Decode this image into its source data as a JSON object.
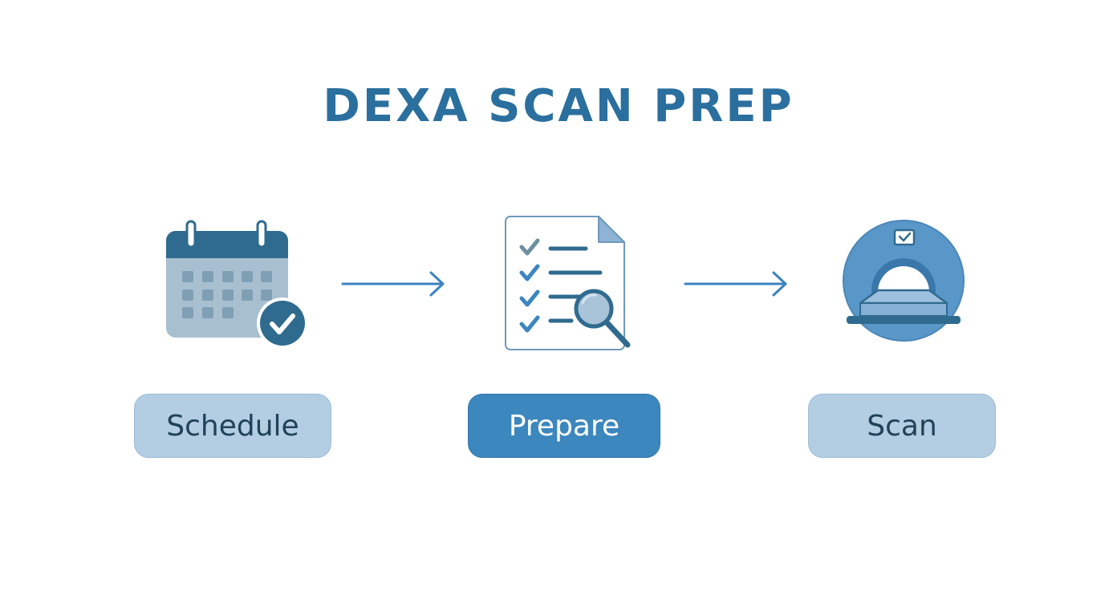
{
  "title": "DEXA SCAN PREP",
  "steps": [
    {
      "label": "Schedule",
      "icon": "calendar-check-icon"
    },
    {
      "label": "Prepare",
      "icon": "checklist-document-icon"
    },
    {
      "label": "Scan",
      "icon": "dexa-scanner-icon"
    }
  ],
  "active_step": "Prepare",
  "colors": {
    "title": "#2a6f9e",
    "active_button": "#3c87bd",
    "inactive_button": "#b3cde3",
    "arrow": "#3b83c0"
  }
}
